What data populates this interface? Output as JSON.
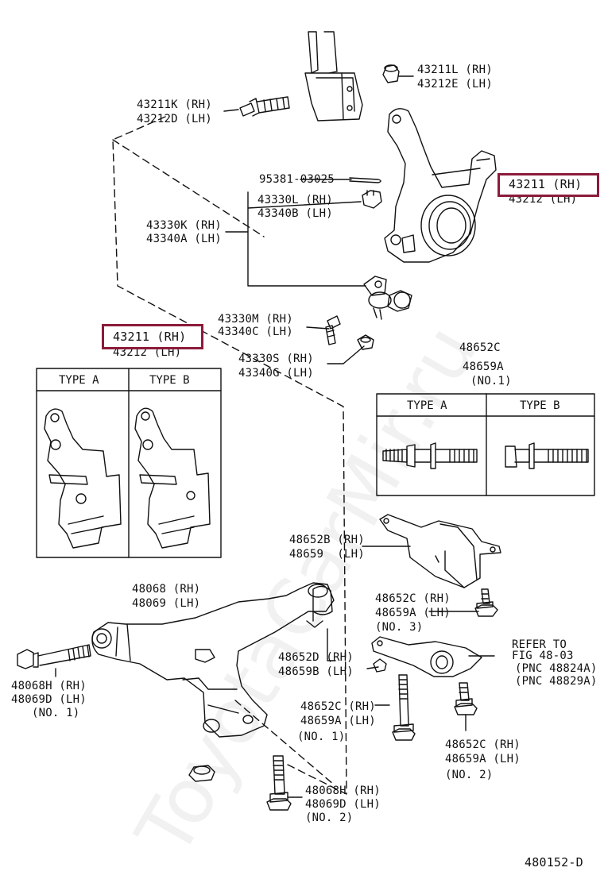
{
  "watermark": "ToyotaCarMir.ru",
  "figure_code": "480152-D",
  "highlight_color": "#8b1b3a",
  "labels": {
    "l43211L": "43211L (RH)",
    "l43212E": "43212E (LH)",
    "l43211K": "43211K (RH)",
    "l43212D": "43212D (LH)",
    "l95381": "95381-03025",
    "l43330L": "43330L (RH)",
    "l43340B": "43340B (LH)",
    "l43330K": "43330K (RH)",
    "l43340A": "43340A (LH)",
    "hl_top": "43211 (RH)",
    "l43212_top": "43212 (LH)",
    "l43330M": "43330M (RH)",
    "l43340C": "43340C (LH)",
    "hl_left": "43211 (RH)",
    "l43212_left": "43212 (LH)",
    "l43330S": "43330S (RH)",
    "l43340G": "43340G (LH)",
    "l48652C_a": "48652C",
    "l48659A_a": "48659A",
    "no1_a": "(NO.1)",
    "l48652B": "48652B (RH)",
    "l48659": "48659  (LH)",
    "l48068": "48068 (RH)",
    "l48069": "48069 (LH)",
    "l48652C_b": "48652C (RH)",
    "l48659A_b": "48659A (LH)",
    "no3": "(NO. 3)",
    "refer1": "REFER TO",
    "refer2": "FIG 48-03",
    "pnc1": "(PNC 48824A)",
    "pnc2": "(PNC 48829A)",
    "l48652D": "48652D (RH)",
    "l48659B": "48659B (LH)",
    "l48068H_l": "48068H (RH)",
    "l48069D_l": "48069D (LH)",
    "no1_l": "(NO. 1)",
    "l48652C_c": "48652C (RH)",
    "l48659A_c": "48659A (LH)",
    "no1_c": "(NO. 1)",
    "l48652C_d": "48652C (RH)",
    "l48659A_d": "48659A (LH)",
    "no2_d": "(NO. 2)",
    "l48068H_b": "48068H (RH)",
    "l48069D_b": "48069D (LH)",
    "no2_b": "(NO. 2)"
  },
  "inset_knuckle": {
    "type_a": "TYPE A",
    "type_b": "TYPE B"
  },
  "inset_bolt": {
    "type_a": "TYPE A",
    "type_b": "TYPE B"
  }
}
